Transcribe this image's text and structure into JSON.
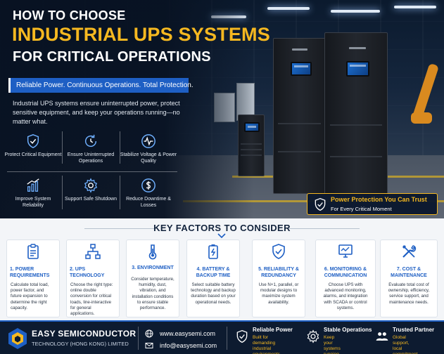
{
  "hero": {
    "title_line1": "HOW TO CHOOSE",
    "title_line2": "INDUSTRIAL UPS SYSTEMS",
    "title_line3": "FOR CRITICAL OPERATIONS",
    "tagline": "Reliable Power. Continuous Operations. Total Protection.",
    "description": "Industrial UPS systems ensure uninterrupted power, protect sensitive equipment, and keep your operations running—no matter what.",
    "benefits": [
      {
        "icon": "shield-check-icon",
        "label": "Protect Critical Equipment"
      },
      {
        "icon": "clock-refresh-icon",
        "label": "Ensure Uninterrupted Operations"
      },
      {
        "icon": "waveform-icon",
        "label": "Stabilize Voltage & Power Quality"
      },
      {
        "icon": "bar-chart-icon",
        "label": "Improve System Reliability"
      },
      {
        "icon": "gear-icon",
        "label": "Support Safe Shutdown"
      },
      {
        "icon": "dollar-icon",
        "label": "Reduce Downtime & Losses"
      }
    ],
    "trust": {
      "title": "Power Protection You Can Trust",
      "subtitle": "For Every Critical Moment",
      "icon": "shield-check-icon"
    }
  },
  "factors": {
    "heading": "KEY FACTORS TO CONSIDER",
    "cards": [
      {
        "icon": "clipboard-icon",
        "title": "1. POWER\nREQUIREMENTS",
        "body": "Calculate total load, power factor, and future expansion to determine the right capacity."
      },
      {
        "icon": "network-icon",
        "title": "2. UPS\nTECHNOLOGY",
        "body": "Choose the right type: online double conversion for critical loads, line-interactive for general applications."
      },
      {
        "icon": "thermometer-icon",
        "title": "3. ENVIRONMENT",
        "body": "Consider temperature, humidity, dust, vibration, and installation conditions to ensure stable performance."
      },
      {
        "icon": "battery-icon",
        "title": "4. BATTERY &\nBACKUP TIME",
        "body": "Select suitable battery technology and backup duration based on your operational needs."
      },
      {
        "icon": "shield-check-icon",
        "title": "5. RELIABILITY &\nREDUNDANCY",
        "body": "Use N+1, parallel, or modular designs to maximize system availability."
      },
      {
        "icon": "monitor-icon",
        "title": "6. MONITORING &\nCOMMUNICATION",
        "body": "Choose UPS with advanced monitoring, alarms, and integration with SCADA or control systems."
      },
      {
        "icon": "tools-icon",
        "title": "7. COST &\nMAINTENANCE",
        "body": "Evaluate total cost of ownership, efficiency, service support, and maintenance needs."
      }
    ]
  },
  "footer": {
    "company": "EASY SEMICONDUCTOR",
    "company_sub": "TECHNOLOGY (HONG KONG) LIMITED",
    "website": "www.easysemi.com",
    "email": "info@easysemi.com",
    "features": [
      {
        "icon": "shield-check-icon",
        "title": "Reliable Power",
        "sub": "Built for demanding\nindustrial environments."
      },
      {
        "icon": "gear-icon",
        "title": "Stable Operations",
        "sub": "Keep your systems\nrunning smoothly."
      },
      {
        "icon": "people-icon",
        "title": "Trusted Partner",
        "sub": "Global support,\nlocal commitment."
      }
    ]
  },
  "colors": {
    "accent_gold": "#f5b820",
    "accent_blue": "#1e5fc4",
    "navy": "#0d1b30"
  }
}
